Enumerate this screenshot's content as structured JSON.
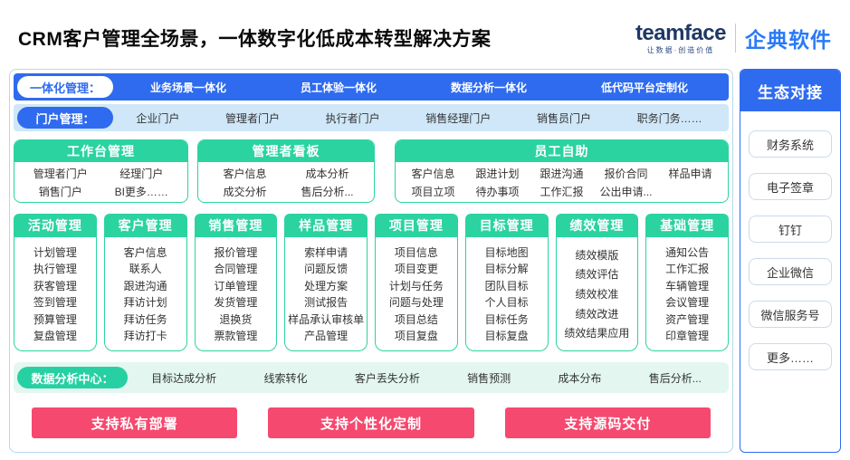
{
  "header": {
    "title": "CRM客户管理全场景，一体数字化低成本转型解决方案",
    "logo": {
      "brand": "teamface",
      "tagline": "让数据·创造价值",
      "product": "企典软件"
    }
  },
  "integration_bar": {
    "label": "一体化管理：",
    "items": [
      "业务场景一体化",
      "员工体验一体化",
      "数据分析一体化",
      "低代码平台定制化"
    ]
  },
  "portal_bar": {
    "label": "门户管理：",
    "items": [
      "企业门户",
      "管理者门户",
      "执行者门户",
      "销售经理门户",
      "销售员门户",
      "职务门务……"
    ]
  },
  "dashboards": [
    {
      "title": "工作台管理",
      "items": [
        "管理者门户",
        "经理门户",
        "销售门户",
        "BI更多……"
      ]
    },
    {
      "title": "管理者看板",
      "items": [
        "客户信息",
        "成本分析",
        "成交分析",
        "售后分析..."
      ]
    },
    {
      "title": "员工自助",
      "items": [
        "客户信息",
        "跟进计划",
        "跟进沟通",
        "报价合同",
        "样品申请",
        "项目立项",
        "待办事项",
        "工作汇报",
        "公出申请..."
      ]
    }
  ],
  "modules": [
    {
      "title": "活动管理",
      "items": [
        "计划管理",
        "执行管理",
        "获客管理",
        "签到管理",
        "预算管理",
        "复盘管理"
      ]
    },
    {
      "title": "客户管理",
      "items": [
        "客户信息",
        "联系人",
        "跟进沟通",
        "拜访计划",
        "拜访任务",
        "拜访打卡"
      ]
    },
    {
      "title": "销售管理",
      "items": [
        "报价管理",
        "合同管理",
        "订单管理",
        "发货管理",
        "退换货",
        "票款管理"
      ]
    },
    {
      "title": "样品管理",
      "items": [
        "索样申请",
        "问题反馈",
        "处理方案",
        "测试报告",
        "样品承认审核单",
        "产品管理"
      ]
    },
    {
      "title": "项目管理",
      "items": [
        "项目信息",
        "项目变更",
        "计划与任务",
        "问题与处理",
        "项目总结",
        "项目复盘"
      ]
    },
    {
      "title": "目标管理",
      "items": [
        "目标地图",
        "目标分解",
        "团队目标",
        "个人目标",
        "目标任务",
        "目标复盘"
      ]
    },
    {
      "title": "绩效管理",
      "items": [
        "绩效模版",
        "绩效评估",
        "绩效校准",
        "绩效改进",
        "绩效结果应用"
      ]
    },
    {
      "title": "基础管理",
      "items": [
        "通知公告",
        "工作汇报",
        "车辆管理",
        "会议管理",
        "资产管理",
        "印章管理"
      ]
    }
  ],
  "analytics_bar": {
    "label": "数据分析中心：",
    "items": [
      "目标达成分析",
      "线索转化",
      "客户丢失分析",
      "销售预测",
      "成本分布",
      "售后分析..."
    ]
  },
  "cta_buttons": [
    "支持私有部署",
    "支持个性化定制",
    "支持源码交付"
  ],
  "ecosystem": {
    "title": "生态对接",
    "items": [
      "财务系统",
      "电子签章",
      "钉钉",
      "企业微信",
      "微信服务号",
      "更多……"
    ]
  },
  "colors": {
    "primary_blue": "#2f6bef",
    "sky_blue_bg": "#cfe7f8",
    "green": "#2bd3a0",
    "mint_bg": "#e3f7f0",
    "pink": "#f6496f",
    "brand_navy": "#1f3864",
    "brand_blue": "#2a7af7"
  }
}
